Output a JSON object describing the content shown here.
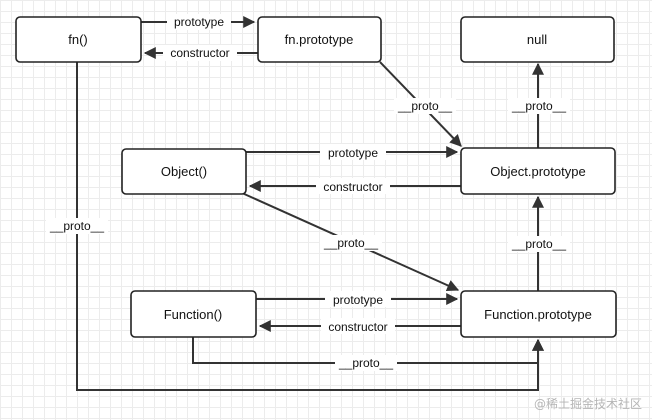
{
  "nodes": {
    "fn": "fn()",
    "fn_prototype": "fn.prototype",
    "null": "null",
    "object": "Object()",
    "object_prototype": "Object.prototype",
    "function": "Function()",
    "function_prototype": "Function.prototype"
  },
  "edges": {
    "fn_to_fnproto": "prototype",
    "fnproto_to_fn": "constructor",
    "fnproto_proto": "__proto__",
    "objproto_proto": "__proto__",
    "object_to_objproto": "prototype",
    "objproto_to_object": "constructor",
    "object_proto": "__proto__",
    "funcproto_proto": "__proto__",
    "fn_proto": "__proto__",
    "function_to_funcproto": "prototype",
    "funcproto_to_function": "constructor",
    "function_proto": "__proto__"
  },
  "watermark": "@稀土掘金技术社区",
  "colors": {
    "stroke": "#333333",
    "grid": "#ececec"
  }
}
